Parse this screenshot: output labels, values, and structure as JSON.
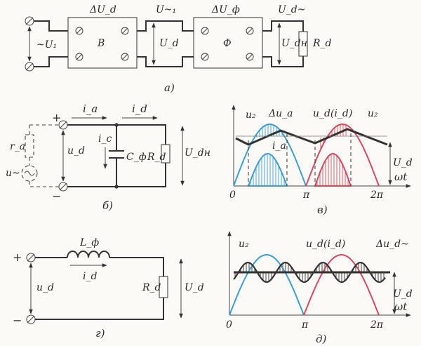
{
  "figure_a": {
    "caption": "а)",
    "input_label": "~U₁",
    "block_b": {
      "label": "В",
      "top_label": "ΔU_d"
    },
    "mid_top_label": "U~₁",
    "mid_label": "U_d",
    "block_f": {
      "label": "Ф",
      "top_label": "ΔU_ф"
    },
    "out_top_label": "U_d~",
    "out_label": "U_dн",
    "load_label": "R_d"
  },
  "figure_b": {
    "caption": "б)",
    "plus": "+",
    "minus": "−",
    "source_r": "r_a",
    "source_u": "u~",
    "ia": "i_a",
    "id": "i_d",
    "ic": "i_c",
    "ud": "u_d",
    "cap": "C_ф",
    "load": "R_d",
    "udn": "U_dн"
  },
  "figure_v": {
    "caption": "в)",
    "u2_left": "u₂",
    "u2_right": "u₂",
    "delta_ua": "Δu_a",
    "ud_id": "u_d(i_d)",
    "ia": "i_a",
    "Ud": "U_d",
    "wt": "ωt",
    "tick0": "0",
    "tick_pi": "π",
    "tick_2pi": "2π"
  },
  "figure_g": {
    "caption": "г)",
    "plus": "+",
    "minus": "−",
    "inductor": "L_ф",
    "id": "i_d",
    "ud": "u_d",
    "load": "R_d",
    "Ud": "U_d"
  },
  "figure_d": {
    "caption": "д)",
    "u2": "u₂",
    "ud_id": "u_d(i_d)",
    "delta": "Δu_d~",
    "Ud": "U_d",
    "wt": "ωt",
    "tick0": "0",
    "tick_pi": "π",
    "tick_2pi": "2π"
  },
  "colors": {
    "blue": "#3a9fd0",
    "red": "#d9475e",
    "ink": "#333333"
  }
}
